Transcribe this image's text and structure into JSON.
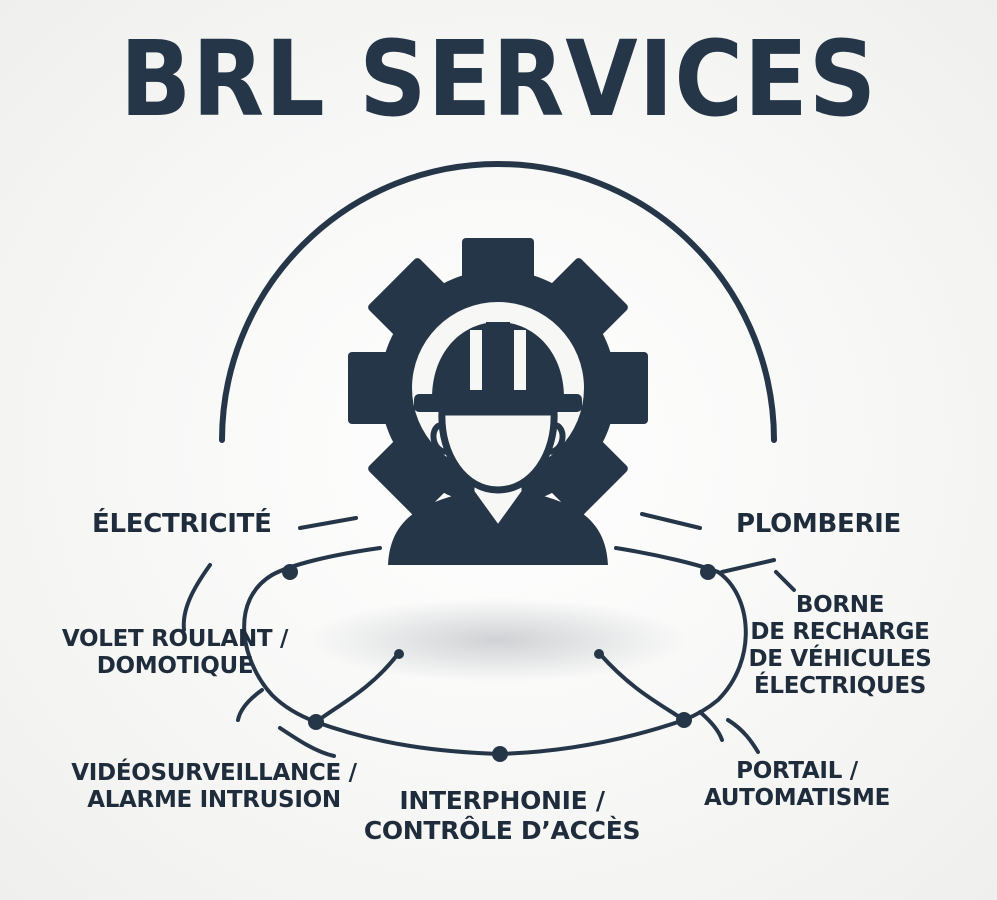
{
  "title": "BRL SERVICES",
  "colors": {
    "primary": "#263649",
    "background": "#f6f6f5"
  },
  "center_icon": "worker-with-hard-hat-in-gear-icon",
  "services": {
    "electricite": {
      "lines": [
        "ÉLECTRICITÉ"
      ]
    },
    "plomberie": {
      "lines": [
        "PLOMBERIE"
      ]
    },
    "volet": {
      "lines": [
        "VOLET ROULANT /",
        "DOMOTIQUE"
      ]
    },
    "borne": {
      "lines": [
        "BORNE",
        "DE RECHARGE",
        "DE VÉHICULES",
        "ÉLECTRIQUES"
      ]
    },
    "video": {
      "lines": [
        "VIDÉOSURVEILLANCE /",
        "ALARME INTRUSION"
      ]
    },
    "interphonie": {
      "lines": [
        "INTERPHONIE /",
        "CONTRÔLE D’ACCÈS"
      ]
    },
    "portail": {
      "lines": [
        "PORTAIL /",
        "AUTOMATISME"
      ]
    }
  }
}
